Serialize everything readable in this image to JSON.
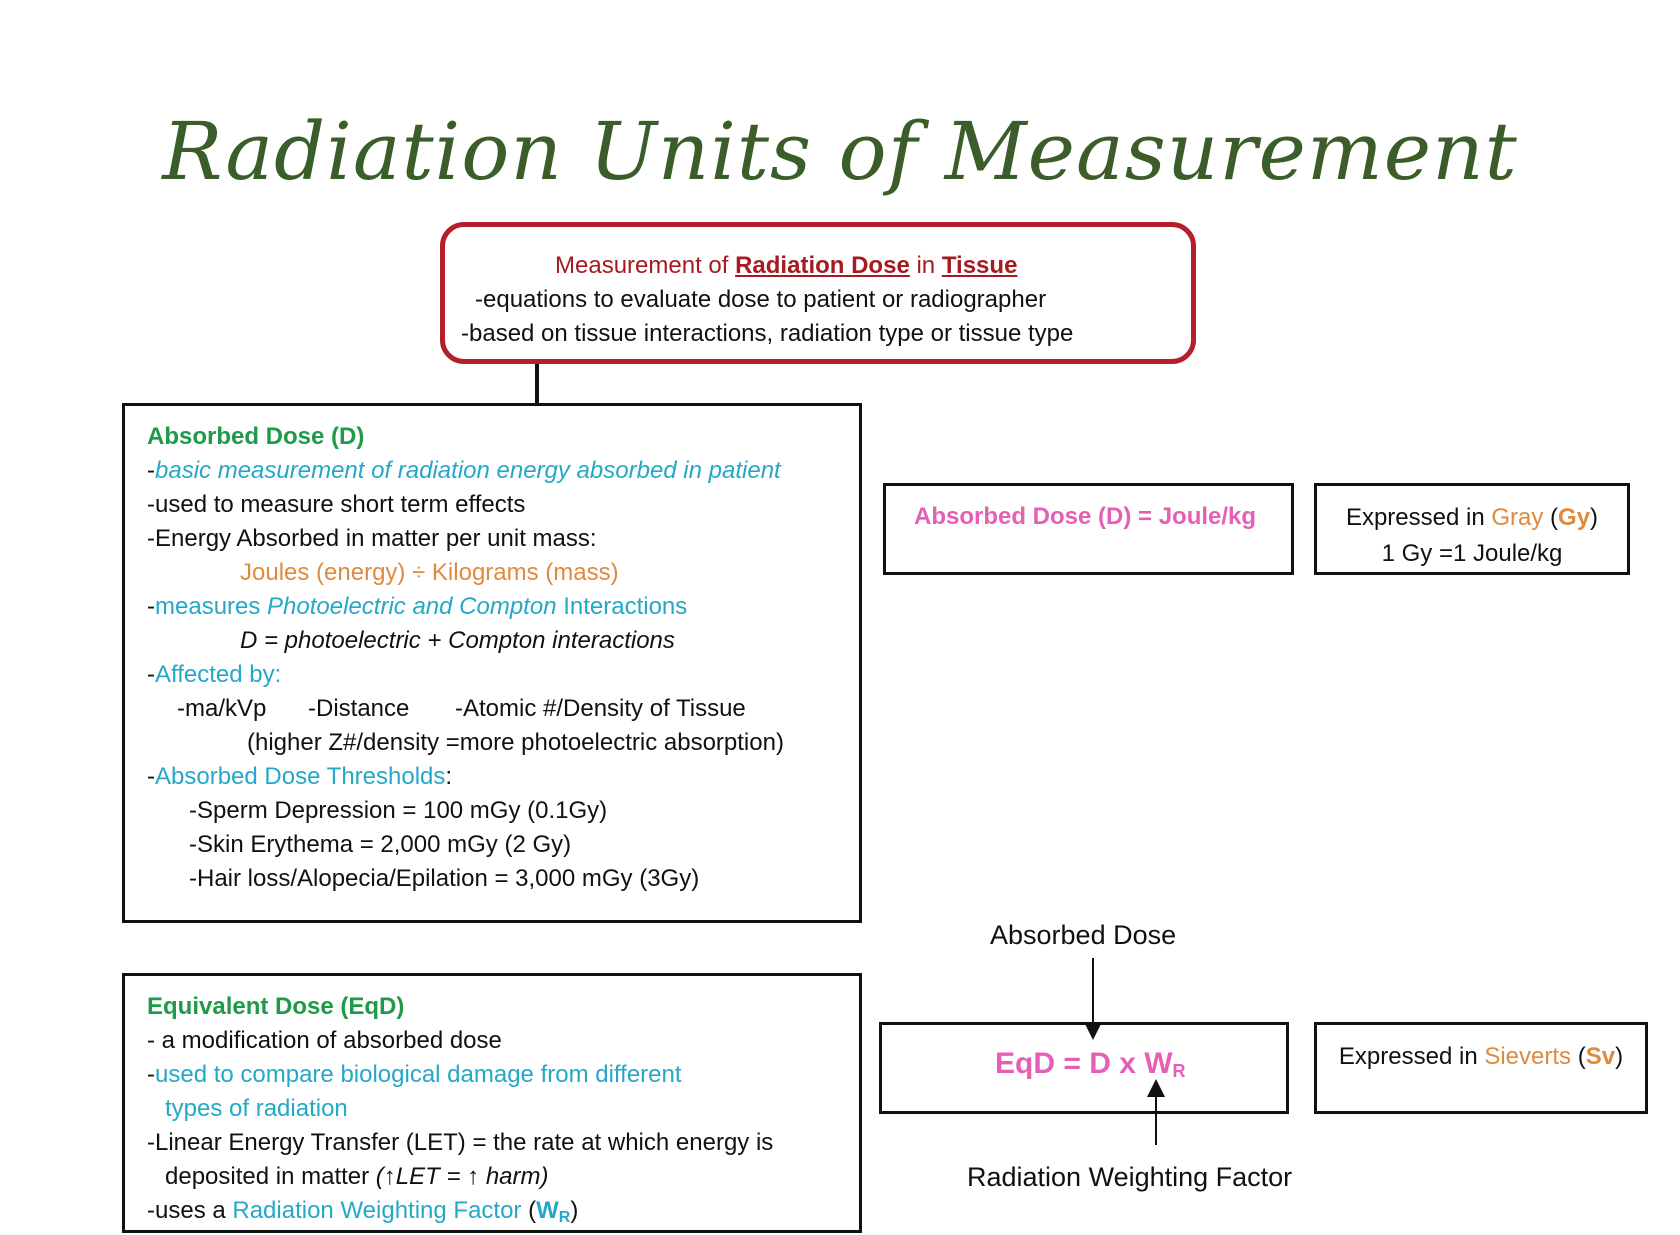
{
  "title": "Radiation Units of Measurement",
  "main_box": {
    "prefix": "Measurement of ",
    "term1": "Radiation Dose",
    "middle": " in ",
    "term2": "Tissue",
    "line2": "-equations to evaluate dose to patient or radiographer",
    "line3": "-based on tissue interactions, radiation type or tissue type"
  },
  "absorbed_box": {
    "heading": "Absorbed Dose (D)",
    "l1_dash": "-",
    "l1": "basic measurement of radiation energy absorbed in patient",
    "l2": "-used to measure short term effects",
    "l3": "-Energy Absorbed in matter per unit mass:",
    "l4": "Joules (energy) ÷ Kilograms (mass)",
    "l5_dash": "-",
    "l5_a": "measures ",
    "l5_b": "Photoelectric and Compton",
    "l5_c": " Interactions",
    "l6": "D = photoelectric + Compton interactions",
    "l7_dash": "-",
    "l7": "Affected by:",
    "l8_a": "-ma/kVp",
    "l8_b": "-Distance",
    "l8_c": "-Atomic #/Density of Tissue",
    "l9": "(higher Z#/density =more photoelectric absorption)",
    "l10_dash": "-",
    "l10": "Absorbed Dose Thresholds",
    "l10_colon": ":",
    "l11": "-Sperm Depression = 100 mGy (0.1Gy)",
    "l12": "-Skin Erythema = 2,000 mGy (2 Gy)",
    "l13": "-Hair loss/Alopecia/Epilation = 3,000 mGy (3Gy)"
  },
  "absorbed_formula": "Absorbed Dose (D) = Joule/kg",
  "absorbed_unit": {
    "prefix": "Expressed in ",
    "unit": "Gray",
    "open": " (",
    "symbol": "Gy",
    "close": ")",
    "line2": "1 Gy =1 Joule/kg"
  },
  "equivalent_box": {
    "heading": "Equivalent Dose (EqD)",
    "l1": "- a modification of absorbed dose",
    "l2_dash": "-",
    "l2": "used to compare biological damage from different",
    "l3": "types of radiation",
    "l4": "-Linear Energy Transfer (LET) = the rate at which energy is",
    "l5_a": "deposited in matter ",
    "l5_b": "(↑LET = ↑ harm)",
    "l6_a": "-uses a ",
    "l6_b": "Radiation Weighting Factor",
    "l6_c": " (",
    "l6_d": "W",
    "l6_sub": "R",
    "l6_e": ")"
  },
  "eqd_formula": {
    "main": "EqD = D x W",
    "sub": "R"
  },
  "eqd_unit": {
    "prefix": "Expressed in ",
    "unit": "Sieverts",
    "open": " (",
    "symbol": "Sv",
    "close": ")"
  },
  "labels": {
    "absorbed_dose": "Absorbed Dose",
    "weighting_factor": "Radiation Weighting Factor"
  }
}
